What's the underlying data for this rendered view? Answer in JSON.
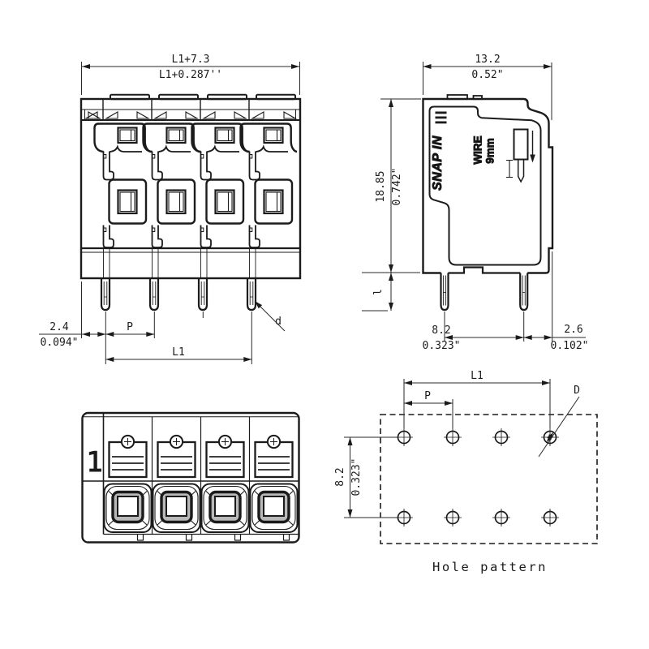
{
  "drawing": {
    "front_view": {
      "dim_width_mm": "L1+7.3",
      "dim_width_in": "L1+0.287''",
      "dim_offset_mm": "2.4",
      "dim_offset_in": "0.094\"",
      "dim_pitch": "P",
      "dim_length": "L1",
      "label_pin_dia": "d"
    },
    "side_view": {
      "dim_depth_mm": "13.2",
      "dim_depth_in": "0.52\"",
      "dim_height_mm": "18.85",
      "dim_height_in": "0.742\"",
      "dim_pin_span_mm": "8.2",
      "dim_pin_span_in": "0.323\"",
      "dim_edge_mm": "2.6",
      "dim_edge_in": "0.102\"",
      "label_pin_length": "l",
      "label_snap_in": "SNAP IN",
      "label_wire": "WIRE",
      "label_wire_length": "9mm"
    },
    "top_view": {
      "label_pole_one": "1"
    },
    "hole_pattern": {
      "title": "Hole pattern",
      "dim_length": "L1",
      "dim_pitch": "P",
      "label_hole_dia": "D",
      "dim_row_mm": "8.2",
      "dim_row_in": "0.323\""
    },
    "colors": {
      "line": "#1b1b1b",
      "dim": "#2a2a2a",
      "background": "#ffffff"
    }
  }
}
